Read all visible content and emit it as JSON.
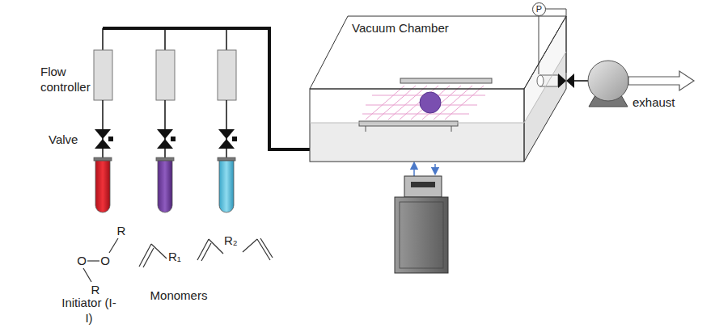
{
  "diagram": {
    "nodes": [
      {
        "text": [
          "Vacuum Chamber"
        ]
      },
      {
        "text": [
          "P"
        ]
      }
    ],
    "labels": [
      "Flow controller",
      "Valve",
      "R",
      "O",
      "O",
      "R",
      "Initiator (I-I)",
      "Monomers",
      "R₁",
      "R₂",
      "exhaust"
    ]
  }
}
